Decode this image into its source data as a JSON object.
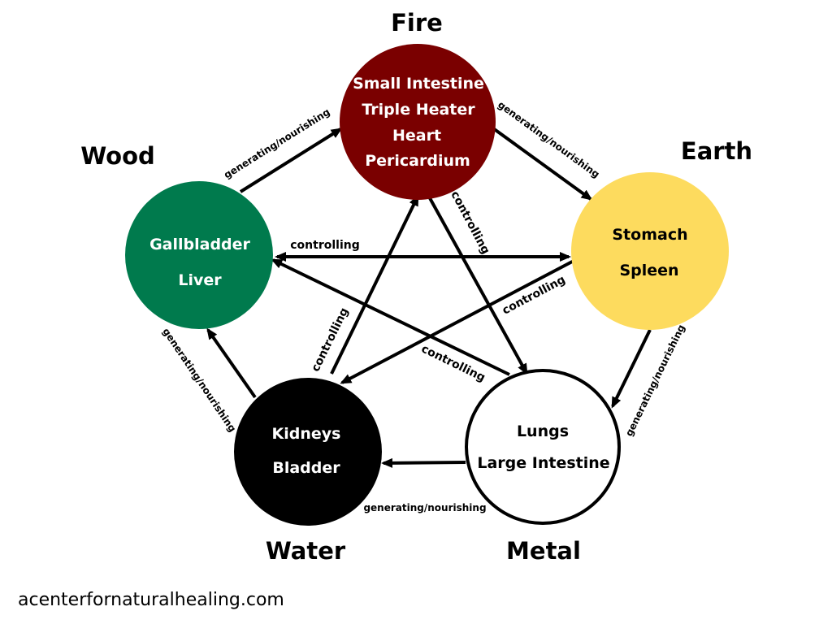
{
  "elements": {
    "fire": {
      "name": "Fire",
      "color": "#7a0000",
      "text_color": "#ffffff",
      "organs": [
        "Small Intestine",
        "Triple Heater",
        "Heart",
        "Pericardium"
      ]
    },
    "earth": {
      "name": "Earth",
      "color": "#fddb5e",
      "text_color": "#000000",
      "organs": [
        "Stomach",
        "Spleen"
      ]
    },
    "metal": {
      "name": "Metal",
      "color": "#ffffff",
      "text_color": "#000000",
      "organs": [
        "Lungs",
        "Large Intestine"
      ]
    },
    "water": {
      "name": "Water",
      "color": "#000000",
      "text_color": "#ffffff",
      "organs": [
        "Kidneys",
        "Bladder"
      ]
    },
    "wood": {
      "name": "Wood",
      "color": "#007a4d",
      "text_color": "#ffffff",
      "organs": [
        "Gallbladder",
        "Liver"
      ]
    }
  },
  "edges": {
    "wood_fire": "generating/nourishing",
    "fire_earth": "generating/nourishing",
    "earth_metal": "generating/nourishing",
    "metal_water": "generating/nourishing",
    "water_wood": "generating/nourishing",
    "wood_earth": "controlling",
    "fire_metal": "controlling",
    "earth_water": "controlling",
    "metal_wood": "controlling",
    "water_fire": "controlling"
  },
  "source": "acenterfornaturalhealing.com"
}
